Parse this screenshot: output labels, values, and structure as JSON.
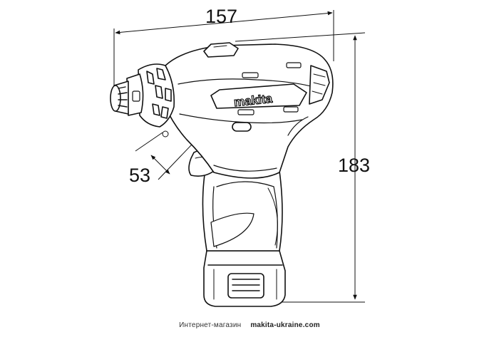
{
  "dimensions": {
    "length": "157",
    "height": "183",
    "head_height": "53"
  },
  "brand": "makita",
  "footer": {
    "store_label": "Интернет-магазин",
    "site": "makita-ukraine.com"
  }
}
